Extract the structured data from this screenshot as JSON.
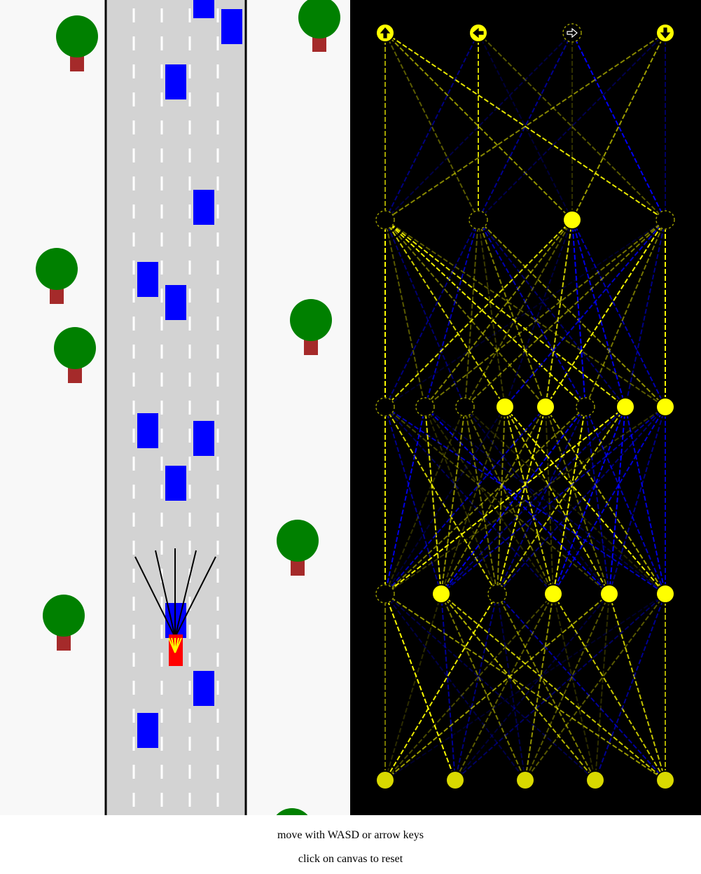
{
  "instructions": {
    "move": "move with WASD or arrow keys",
    "reset": "click on canvas to reset"
  },
  "colors": {
    "grass": "#f8f8f8",
    "road": "#d3d3d3",
    "lane_dash": "#ffffff",
    "traffic_car": "#0000ff",
    "player_car": "#ff0000",
    "sensor_ray": "#000000",
    "tree_canopy": "#008000",
    "tree_trunk": "#a52a2a",
    "nn_background": "#000000",
    "nn_active": "#ffff00",
    "nn_negative": "#0000ff"
  },
  "network": {
    "output_icons": [
      "up-arrow-icon",
      "left-arrow-icon",
      "right-arrow-icon",
      "down-arrow-icon"
    ],
    "outputs_active": [
      1,
      1,
      0,
      1
    ],
    "layer3_active": [
      0,
      0,
      1,
      0
    ],
    "layer2_active": [
      0,
      0,
      0,
      1,
      1,
      0,
      1,
      1
    ],
    "layer1_active": [
      0,
      1,
      0,
      1,
      1,
      1
    ],
    "inputs_active": [
      0.85,
      0.85,
      0.85,
      0.85,
      0.85
    ]
  }
}
